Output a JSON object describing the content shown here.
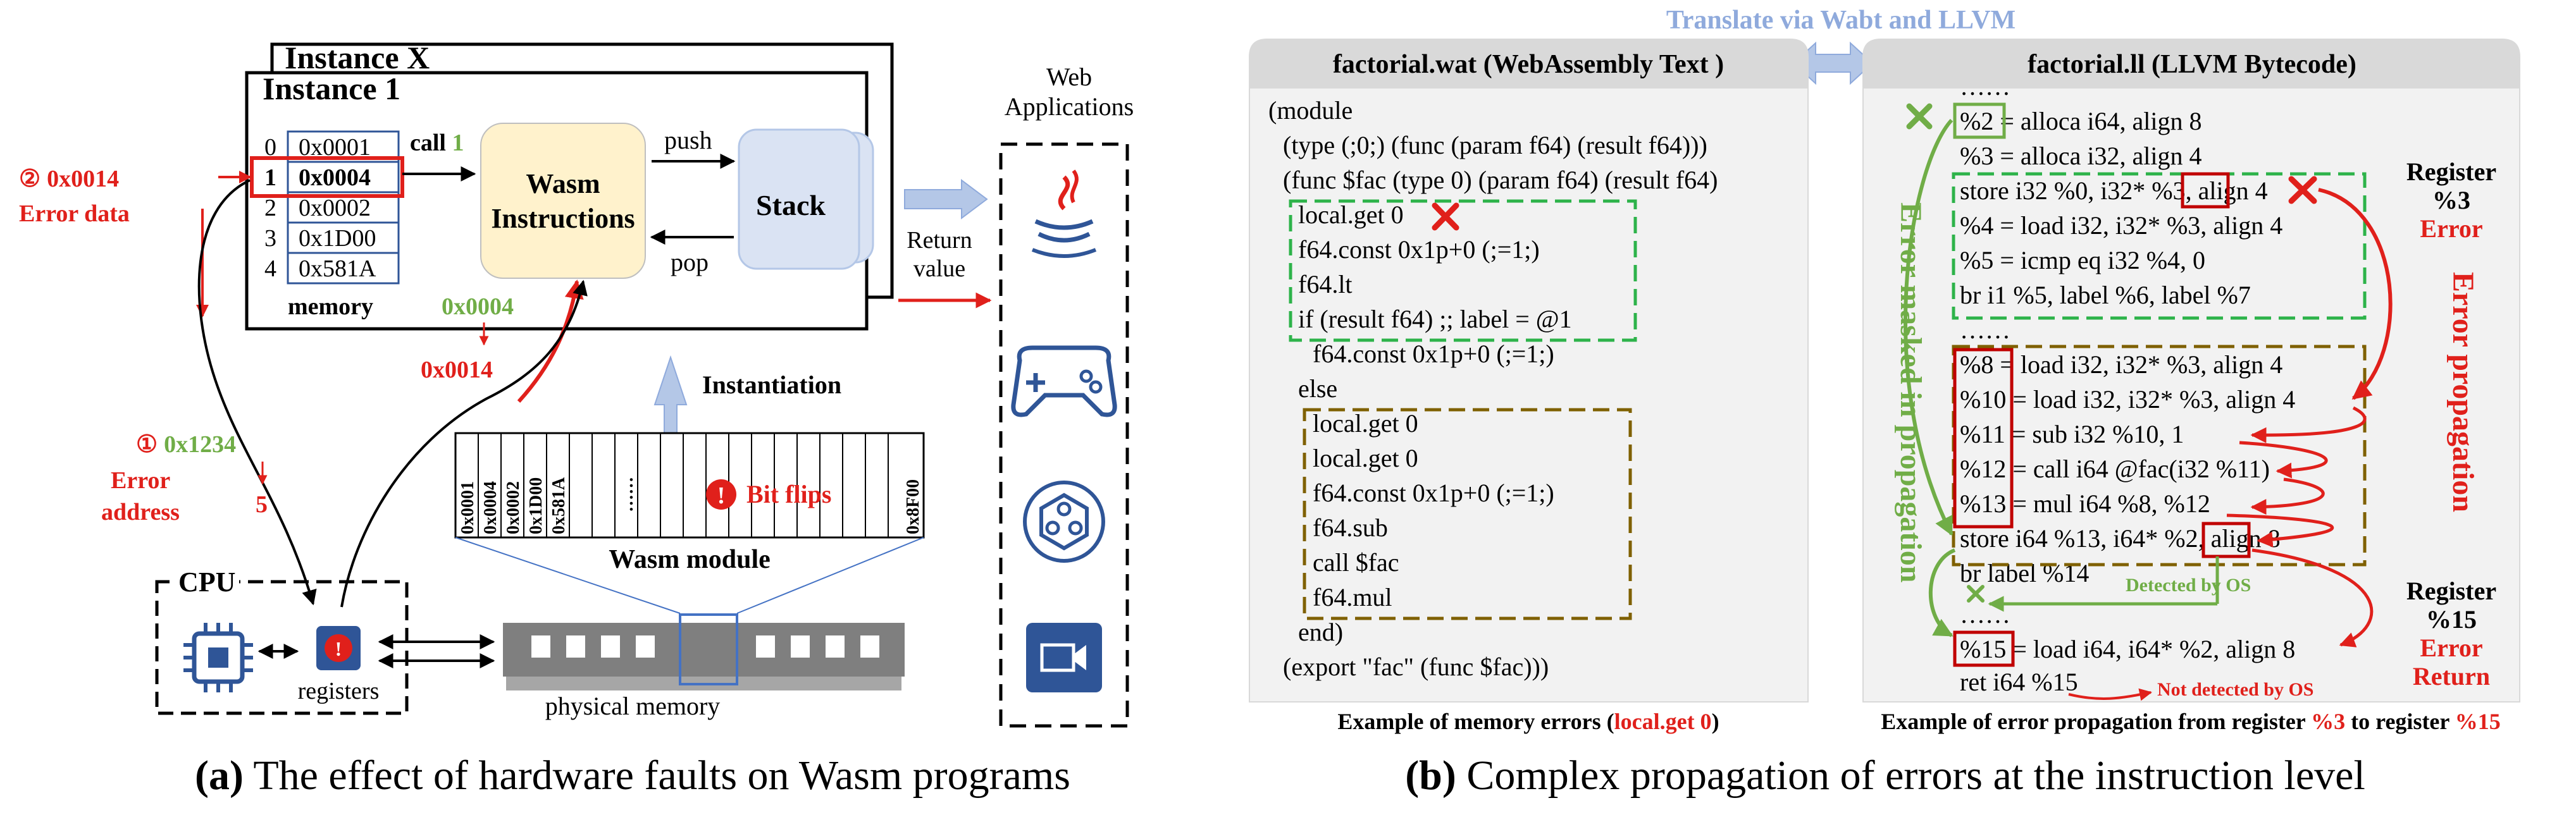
{
  "colors": {
    "red": "#e0201b",
    "green": "#70ad47",
    "olive": "#7f6000",
    "green_dashed": "#2db34a",
    "wasm_box": "#fff2cc",
    "stack_box": "#dae3f3",
    "panel_header": "#d9d9d9",
    "panel_body": "#f2f2f2",
    "translate_text": "#8faadc",
    "icon_blue": "#2f5597"
  },
  "panel_a": {
    "caption_letter": "(a)",
    "caption_text": " The effect of hardware faults on Wasm programs",
    "instance_x": "Instance X",
    "instance_1": "Instance 1",
    "memory_label": "memory",
    "memory_rows": [
      {
        "index": "0",
        "value": "0x0001"
      },
      {
        "index": "1",
        "value": "0x0004"
      },
      {
        "index": "2",
        "value": "0x0002"
      },
      {
        "index": "3",
        "value": "0x1D00"
      },
      {
        "index": "4",
        "value": "0x581A"
      }
    ],
    "call_label": "call ",
    "call_num": "1",
    "wasm_line1": "Wasm",
    "wasm_line2": "Instructions",
    "push_label": "push",
    "pop_label": "pop",
    "stack_label": "Stack",
    "return_line1": "Return",
    "return_line2": "value",
    "web_line1": "Web",
    "web_line2": "Applications",
    "web_icons": [
      "java-icon",
      "gamepad-icon",
      "tensorflow-icon",
      "video-icon"
    ],
    "err_data_marker": "②",
    "err_data_value": "0x0014",
    "err_data_label": "Error data",
    "green_0x0004": "0x0004",
    "red_0x0014": "0x0014",
    "instantiation": "Instantiation",
    "err_addr_marker": "①",
    "err_addr_value": "0x1234",
    "err_addr_line1": "Error",
    "err_addr_line2": "address",
    "err_addr_new": "5",
    "module_cells": [
      "0x0001",
      "0x0004",
      "0x0002",
      "0x1D00",
      "0x581A",
      "……",
      "0x8F00"
    ],
    "bit_flips": "Bit flips",
    "wasm_module": "Wasm module",
    "cpu_label": "CPU",
    "registers_label": "registers",
    "physical_memory": "physical memory"
  },
  "panel_b": {
    "caption_letter": "(b)",
    "caption_text": " Complex propagation of errors at the instruction level",
    "translate": "Translate  via Wabt and LLVM",
    "wat_title": "factorial.wat (WebAssembly Text )",
    "ll_title": "factorial.ll (LLVM Bytecode)",
    "wat_lines": [
      "(module",
      "  (type (;0;) (func (param f64) (result f64)))",
      "  (func $fac (type 0) (param f64) (result f64)",
      "    local.get 0",
      "    f64.const 0x1p+0 (;=1;)",
      "    f64.lt",
      "    if (result f64)  ;; label = @1",
      "      f64.const 0x1p+0 (;=1;)",
      "    else",
      "      local.get 0",
      "      local.get 0",
      "      f64.const 0x1p+0 (;=1;)",
      "      f64.sub",
      "      call $fac",
      "      f64.mul",
      "    end)",
      "  (export \"fac\" (func $fac)))"
    ],
    "wat_caption_prefix": "Example of memory errors (",
    "wat_caption_red": "local.get 0",
    "wat_caption_suffix": ")",
    "ll_lines": [
      "……",
      "%2 = alloca i64, align 8",
      "%3 = alloca i32, align 4",
      "store i32 %0, i32* %3, align 4",
      "%4 = load i32, i32* %3, align 4",
      "%5 = icmp eq i32 %4, 0",
      "br i1 %5, label %6, label %7",
      "……",
      "%8 = load i32, i32* %3, align 4",
      "%10 = load i32, i32* %3, align 4",
      "%11 = sub i32 %10, 1",
      "%12 = call i64 @fac(i32 %11)",
      "%13 = mul i64 %8, %12",
      "store i64 %13, i64* %2, align 8",
      "br label %14",
      "……",
      "%15 = load i64, i64* %2, align 8",
      "ret i64 %15"
    ],
    "reg3_line1": "Register",
    "reg3_line2": "%3",
    "reg3_line3": "Error",
    "reg15_line1": "Register",
    "reg15_line2": "%15",
    "reg15_line3": "Error",
    "reg15_line4": "Return",
    "error_propagation": "Error propagation",
    "error_masked": "Error masked in propagation",
    "detected_by_os": "Detected by OS",
    "not_detected_by_os": "Not detected by OS",
    "ll_caption_prefix": "Example of error propagation from  register ",
    "ll_caption_red1": "%3",
    "ll_caption_mid": " to register ",
    "ll_caption_red2": "%15"
  }
}
